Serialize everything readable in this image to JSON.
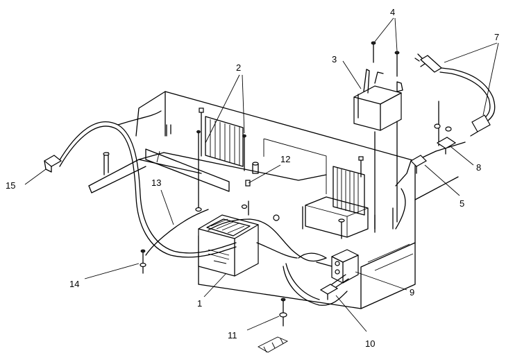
{
  "diagram": {
    "callouts": [
      {
        "id": "c1",
        "label": "1"
      },
      {
        "id": "c2",
        "label": "2"
      },
      {
        "id": "c3",
        "label": "3"
      },
      {
        "id": "c4",
        "label": "4"
      },
      {
        "id": "c5",
        "label": "5"
      },
      {
        "id": "c7",
        "label": "7"
      },
      {
        "id": "c8",
        "label": "8"
      },
      {
        "id": "c9",
        "label": "9"
      },
      {
        "id": "c10",
        "label": "10"
      },
      {
        "id": "c11",
        "label": "11"
      },
      {
        "id": "c12",
        "label": "12"
      },
      {
        "id": "c13",
        "label": "13"
      },
      {
        "id": "c14",
        "label": "14"
      },
      {
        "id": "c15",
        "label": "15"
      }
    ]
  }
}
